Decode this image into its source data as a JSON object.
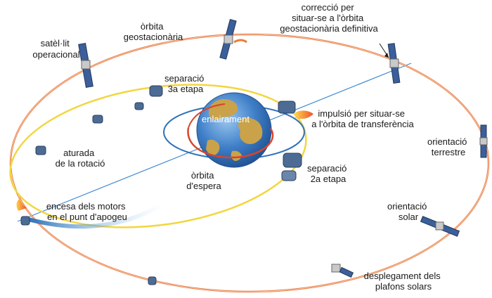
{
  "labels": {
    "satellit_operacional": [
      "satèl·lit",
      "operacional"
    ],
    "orbita_geostacionaria": [
      "òrbita",
      "geostacionària"
    ],
    "correccio": [
      "correcció per",
      "situar-se  a l'òrbita",
      "geostacionària definitiva"
    ],
    "separacio_3a": [
      "separació",
      "3a etapa"
    ],
    "enlairament": [
      "enlairament"
    ],
    "impulsio": [
      "impulsió per situar-se",
      "a l'òrbita de transferència"
    ],
    "orientacio_terrestre": [
      "orientació",
      "terrestre"
    ],
    "aturada_rotacio": [
      "aturada",
      "de la rotació"
    ],
    "orbita_espera": [
      "òrbita",
      "d'espera"
    ],
    "separacio_2a": [
      "separació",
      "2a etapa"
    ],
    "encesa_motors": [
      "encesa dels motors",
      "en el punt d'apogeu"
    ],
    "orientacio_solar": [
      "orientació",
      "solar"
    ],
    "desplegament": [
      "desplegament dels",
      "plafons solars"
    ]
  },
  "colors": {
    "geo_orbit": "#e8743a",
    "transfer_orbit": "#f2d640",
    "parking_orbit_red": "#d9442c",
    "parking_orbit_blue": "#2e72b8",
    "axis_line": "#3d8ad4",
    "ocean": "#3f7fc8",
    "land": "#c9a24a",
    "thrust_flame": "#f07a30",
    "satellite_panel": "#3b5f9a"
  }
}
